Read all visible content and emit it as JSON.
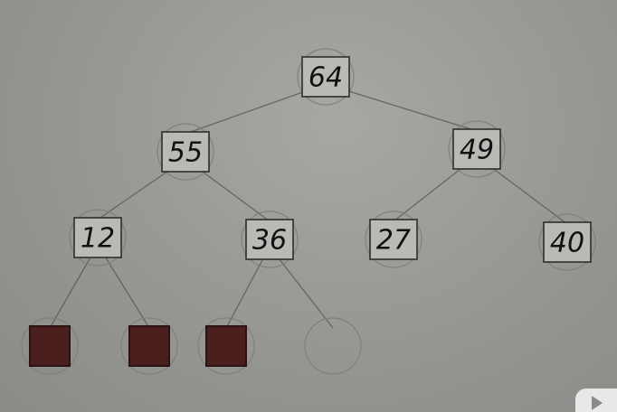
{
  "tree": {
    "nodes": [
      {
        "id": "root",
        "label": "64"
      },
      {
        "id": "l",
        "label": "55"
      },
      {
        "id": "r",
        "label": "49"
      },
      {
        "id": "ll",
        "label": "12"
      },
      {
        "id": "lr",
        "label": "36"
      },
      {
        "id": "rl",
        "label": "27"
      },
      {
        "id": "rr",
        "label": "40"
      },
      {
        "id": "lll",
        "label": "",
        "filled": true
      },
      {
        "id": "llr",
        "label": "",
        "filled": true
      },
      {
        "id": "lrl",
        "label": "",
        "filled": true
      },
      {
        "id": "lrr",
        "label": "",
        "empty": true
      }
    ],
    "edges": [
      [
        "root",
        "l"
      ],
      [
        "root",
        "r"
      ],
      [
        "l",
        "ll"
      ],
      [
        "l",
        "lr"
      ],
      [
        "r",
        "rl"
      ],
      [
        "r",
        "rr"
      ],
      [
        "ll",
        "lll"
      ],
      [
        "ll",
        "llr"
      ],
      [
        "lr",
        "lrl"
      ],
      [
        "lr",
        "lrr"
      ]
    ]
  },
  "colors": {
    "background": "#999996",
    "filled_node": "#4a1f1d"
  },
  "icons": {
    "watermark": "play-logo-icon"
  }
}
